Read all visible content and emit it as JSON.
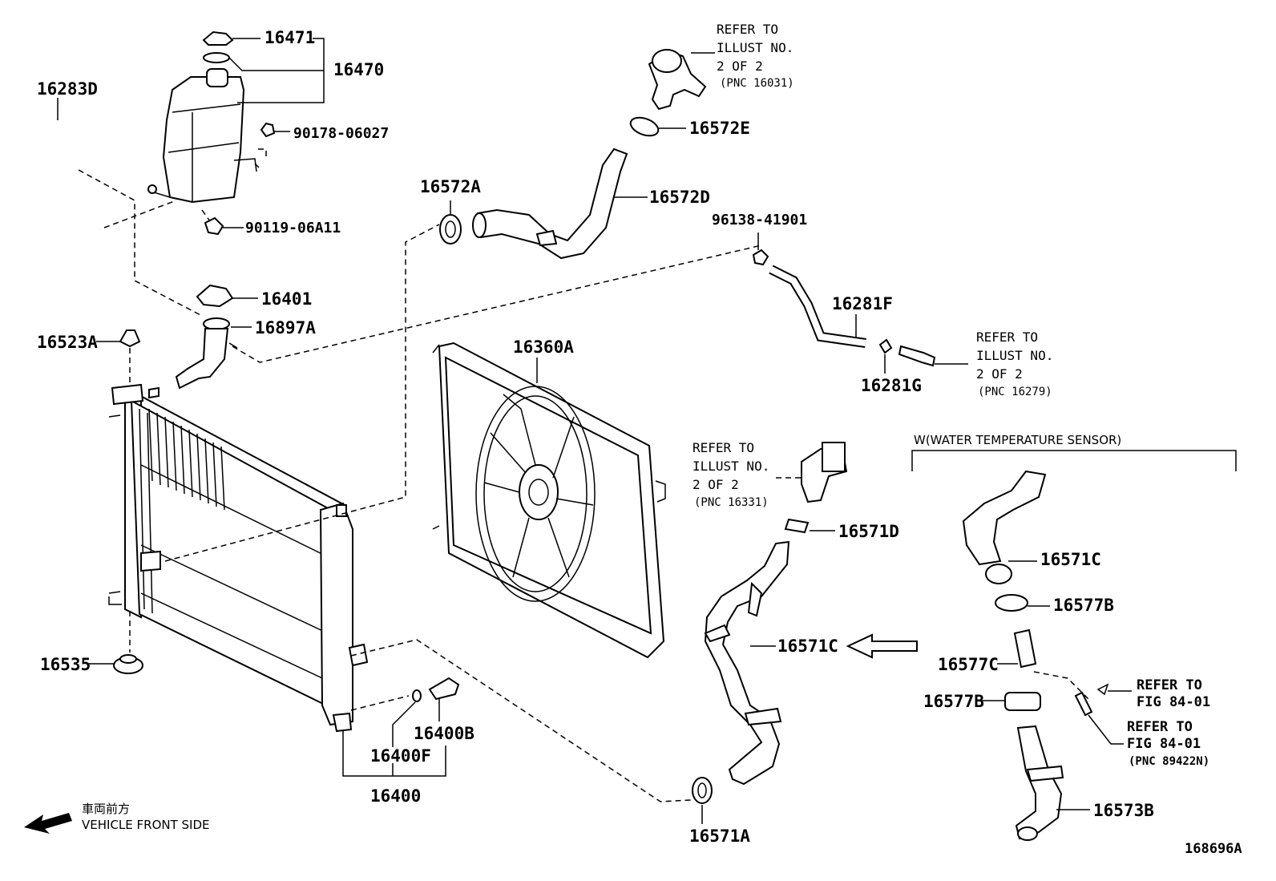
{
  "labels": {
    "l16471": "16471",
    "l16470": "16470",
    "l16283D": "16283D",
    "l9017806027": "90178-06027",
    "l9011906A11": "90119-06A11",
    "l16572A": "16572A",
    "l16572E": "16572E",
    "l16572D": "16572D",
    "l9613841901": "96138-41901",
    "l16401": "16401",
    "l16897A": "16897A",
    "l16523A": "16523A",
    "l16360A": "16360A",
    "l16281F": "16281F",
    "l16281G": "16281G",
    "l16571D": "16571D",
    "l16571C_main": "16571C",
    "l16571C_sensor": "16571C",
    "l16577B_top": "16577B",
    "l16577C": "16577C",
    "l16577B_bottom": "16577B",
    "l16573B": "16573B",
    "l16535": "16535",
    "l16400B": "16400B",
    "l16400F": "16400F",
    "l16400": "16400",
    "l16571A": "16571A"
  },
  "refs": {
    "thermostat": {
      "line1": "REFER TO",
      "line2": "ILLUST NO.",
      "line3": "2 OF 2",
      "line4": "(PNC 16031)"
    },
    "hose16279": {
      "line1": "REFER TO",
      "line2": "ILLUST NO.",
      "line3": "2 OF 2",
      "line4": "(PNC 16279)"
    },
    "inlet16331": {
      "line1": "REFER TO",
      "line2": "ILLUST NO.",
      "line3": "2 OF 2",
      "line4": "(PNC 16331)"
    },
    "fig1": {
      "line1": "REFER TO",
      "line2": "FIG 84-01"
    },
    "fig2": {
      "line1": "REFER TO",
      "line2": "FIG 84-01",
      "line3": "(PNC 89422N)"
    }
  },
  "variant_label": "W(WATER TEMPERATURE SENSOR)",
  "front": {
    "jp": "車両前方",
    "en": "VEHICLE FRONT SIDE"
  },
  "figure_id": "168696A"
}
